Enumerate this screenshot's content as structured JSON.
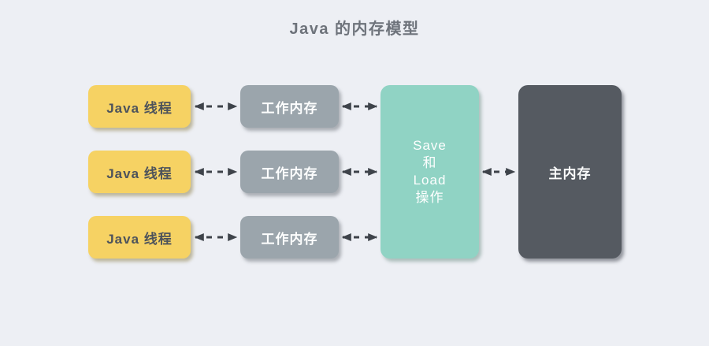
{
  "title": "Java 的内存模型",
  "colors": {
    "background": "#EDEFF4",
    "title_text": "#6E737B",
    "thread_fill": "#F6D263",
    "thread_text": "#4D535B",
    "working_fill": "#9BA5AC",
    "saveload_fill": "#90D3C4",
    "main_fill": "#555A61",
    "box_text_light": "#FDFEFE",
    "arrow": "#3E434A"
  },
  "boxes": {
    "threads": [
      {
        "label": "Java 线程"
      },
      {
        "label": "Java 线程"
      },
      {
        "label": "Java 线程"
      }
    ],
    "working_memories": [
      {
        "label": "工作内存"
      },
      {
        "label": "工作内存"
      },
      {
        "label": "工作内存"
      }
    ],
    "save_load": {
      "label": "Save\n和\nLoad\n操作"
    },
    "main_memory": {
      "label": "主内存"
    }
  }
}
